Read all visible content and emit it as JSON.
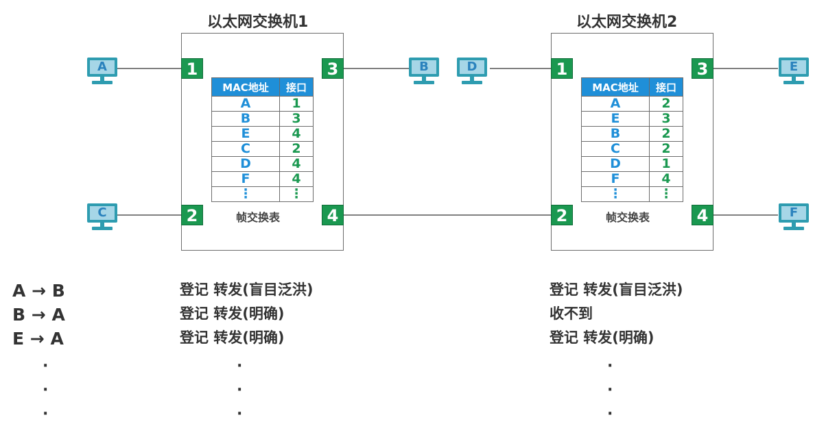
{
  "switches": [
    {
      "title": "以太网交换机1",
      "ports": [
        "1",
        "2",
        "3",
        "4"
      ],
      "table": {
        "headers": [
          "MAC地址",
          "接口"
        ],
        "rows": [
          [
            "A",
            "1"
          ],
          [
            "B",
            "3"
          ],
          [
            "E",
            "4"
          ],
          [
            "C",
            "2"
          ],
          [
            "D",
            "4"
          ],
          [
            "F",
            "4"
          ],
          [
            "⋮",
            "⋮"
          ]
        ],
        "caption": "帧交换表"
      }
    },
    {
      "title": "以太网交换机2",
      "ports": [
        "1",
        "2",
        "3",
        "4"
      ],
      "table": {
        "headers": [
          "MAC地址",
          "接口"
        ],
        "rows": [
          [
            "A",
            "2"
          ],
          [
            "E",
            "3"
          ],
          [
            "B",
            "2"
          ],
          [
            "C",
            "2"
          ],
          [
            "D",
            "1"
          ],
          [
            "F",
            "4"
          ],
          [
            "⋮",
            "⋮"
          ]
        ],
        "caption": "帧交换表"
      }
    }
  ],
  "hosts": [
    "A",
    "C",
    "B",
    "D",
    "E",
    "F"
  ],
  "flows": [
    {
      "src": "A",
      "arrow": "→",
      "dst": "B"
    },
    {
      "src": "B",
      "arrow": "→",
      "dst": "A"
    },
    {
      "src": "E",
      "arrow": "→",
      "dst": "A"
    }
  ],
  "switch1_actions": [
    "登记   转发(盲目泛洪)",
    "登记   转发(明确)",
    "登记   转发(明确)"
  ],
  "switch2_actions": [
    "登记   转发(盲目泛洪)",
    "收不到",
    "登记   转发(明确)"
  ],
  "ellipsis": "·",
  "colors": {
    "port_green": "#1a9850",
    "mac_blue": "#1f8fd8",
    "pc_teal": "#2e9cb0",
    "pc_screen": "#a6d6e7"
  }
}
